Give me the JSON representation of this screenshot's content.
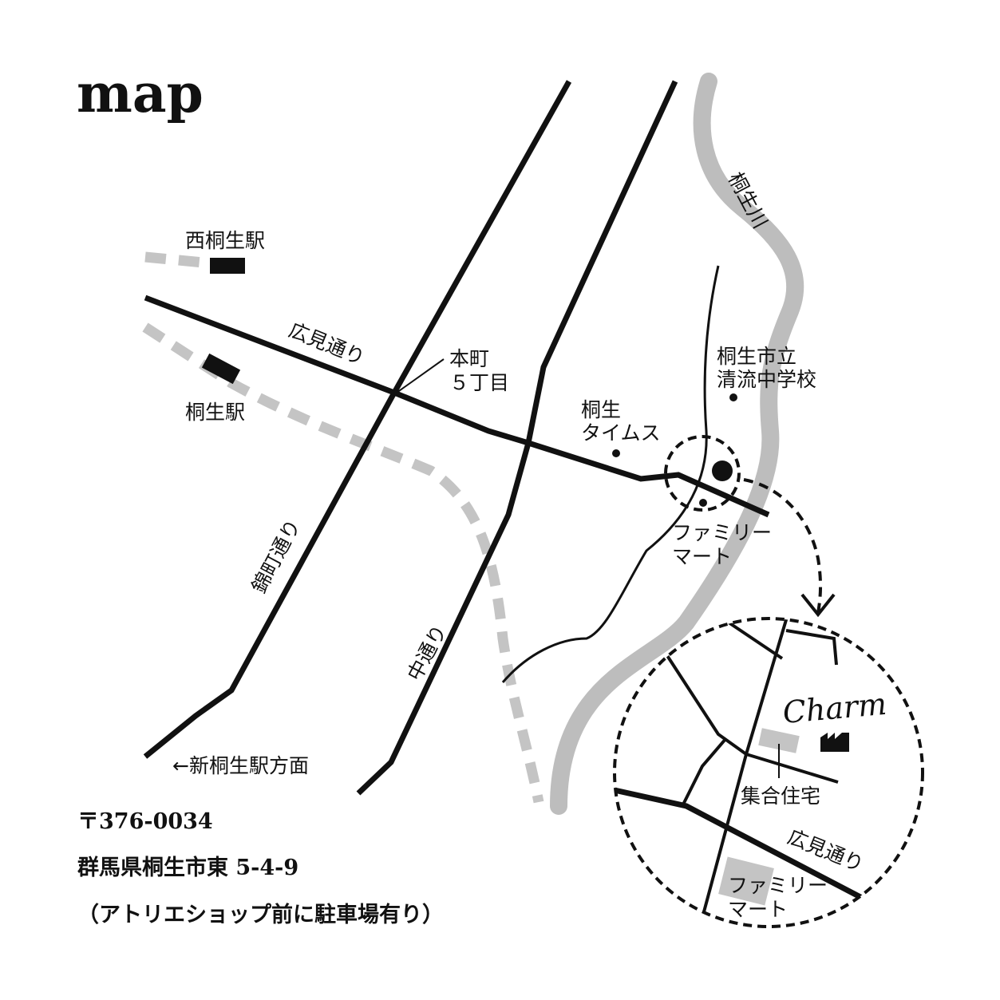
{
  "title": "map",
  "labels": {
    "nishi_kiryu_station": "西桐生駅",
    "kiryu_station": "桐生駅",
    "hiromi_dori": "広見通り",
    "honcho_line1": "本町",
    "honcho_line2": "５丁目",
    "kiryu_river": "桐生川",
    "school_line1": "桐生市立",
    "school_line2": "清流中学校",
    "times_line1": "桐生",
    "times_line2": "タイムス",
    "familymart_line1": "ファミリー",
    "familymart_line2": "マート",
    "nishikicho_dori": "錦町通り",
    "naka_dori": "中通り",
    "shin_kiryu_direction": "←新桐生駅方面"
  },
  "inset": {
    "logo": "Charm",
    "apartment": "集合住宅",
    "hiromi_dori": "広見通り",
    "familymart_line1": "ファミリー",
    "familymart_line2": "マート"
  },
  "address": {
    "postal": "〒376-0034",
    "street": "群馬県桐生市東 5-4-9",
    "note": "（アトリエショップ前に駐車場有り）"
  },
  "icons": [
    "station-icon",
    "factory-icon",
    "destination-marker-icon",
    "arrow-icon"
  ]
}
